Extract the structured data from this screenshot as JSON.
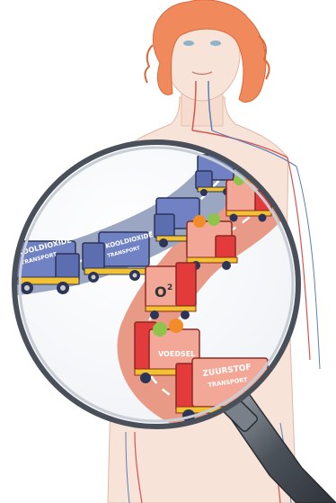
{
  "labels": {
    "co2_word": "KOOLDIOXIDE",
    "transport_word": "TRANSPORT",
    "o2_symbol": "O",
    "o2_subscript": "2",
    "food_word": "VOEDSEL",
    "oxygen_word": "ZUURSTOF"
  },
  "colors": {
    "background": "#ffffff",
    "hair": "#f08a5d",
    "skin": "#f7e3d8",
    "artery": "#d9534f",
    "vein": "#5b7fb8",
    "road_red": "#e89a86",
    "road_blue": "#9aa6c2",
    "truck_blue": "#7082c4",
    "truck_red": "#e33b3b",
    "box_pink": "#f3a897",
    "wheel_yellow": "#f2c230",
    "magnifier_handle": "#555b63"
  },
  "icons": [
    "magnifying-glass-icon",
    "truck-icon",
    "apple-icon"
  ]
}
